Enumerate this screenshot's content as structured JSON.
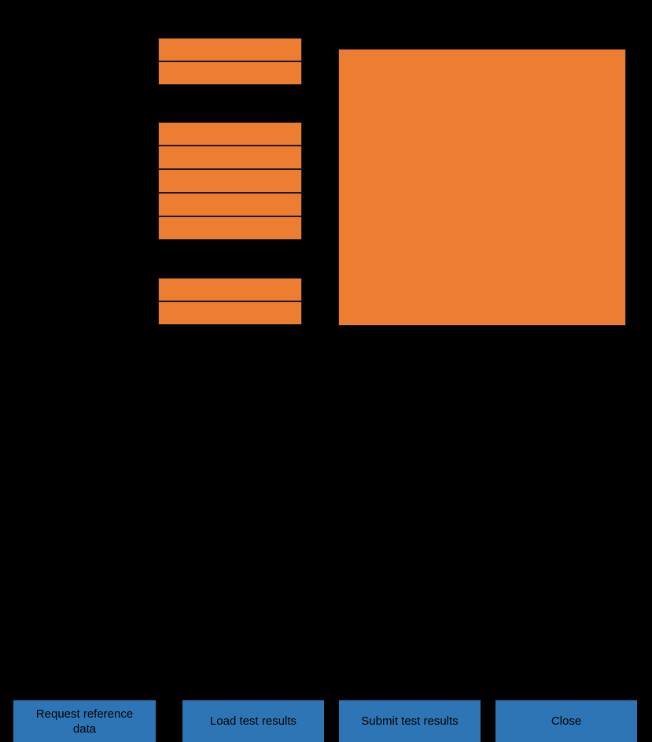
{
  "window": {
    "background_color": "#000000",
    "accent_orange": "#ED7D31",
    "accent_blue": "#2E75B6"
  },
  "content": {
    "row_groups": [
      {
        "name": "reference-data-group",
        "rows": [
          {
            "text": ""
          },
          {
            "text": ""
          }
        ]
      },
      {
        "name": "test-results-group",
        "rows": [
          {
            "text": ""
          },
          {
            "text": ""
          },
          {
            "text": ""
          },
          {
            "text": ""
          },
          {
            "text": ""
          }
        ]
      },
      {
        "name": "summary-group",
        "rows": [
          {
            "text": ""
          },
          {
            "text": ""
          }
        ]
      }
    ],
    "preview_panel": {
      "name": "preview-panel",
      "text": ""
    }
  },
  "buttons": [
    {
      "id": "request-reference-data",
      "label": "Request reference\ndata"
    },
    {
      "id": "load-test-results",
      "label": "Load test results"
    },
    {
      "id": "submit-test-results",
      "label": "Submit test results"
    },
    {
      "id": "close",
      "label": "Close"
    }
  ]
}
